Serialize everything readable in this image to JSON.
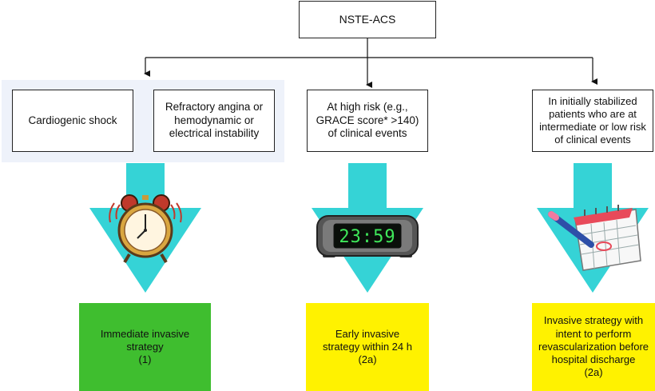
{
  "root": {
    "label": "NSTE-ACS"
  },
  "columns": [
    {
      "conditions": [
        "Cardiogenic shock",
        "Refractory angina or hemodynamic or electrical instability"
      ],
      "timer_icon": "alarm-clock-icon",
      "outcome": {
        "lines": [
          "Immediate invasive strategy",
          "(1)"
        ],
        "color": "#3fbe2f"
      }
    },
    {
      "conditions": [
        "At high risk (e.g., GRACE score* >140) of clinical events"
      ],
      "timer_icon": "digital-clock-icon",
      "clock_display": "23:59",
      "outcome": {
        "lines": [
          "Early invasive strategy within 24 h",
          "(2a)"
        ],
        "color": "#fff200"
      }
    },
    {
      "conditions": [
        "In initially stabilized patients who are at intermediate or low risk of clinical events"
      ],
      "timer_icon": "calendar-icon",
      "outcome": {
        "lines": [
          "Invasive strategy with intent to perform revascularization before hospital discharge",
          "(2a)"
        ],
        "color": "#fff200"
      }
    }
  ],
  "colors": {
    "arrow": "#35d3d6",
    "panel": "#eef2fa"
  }
}
